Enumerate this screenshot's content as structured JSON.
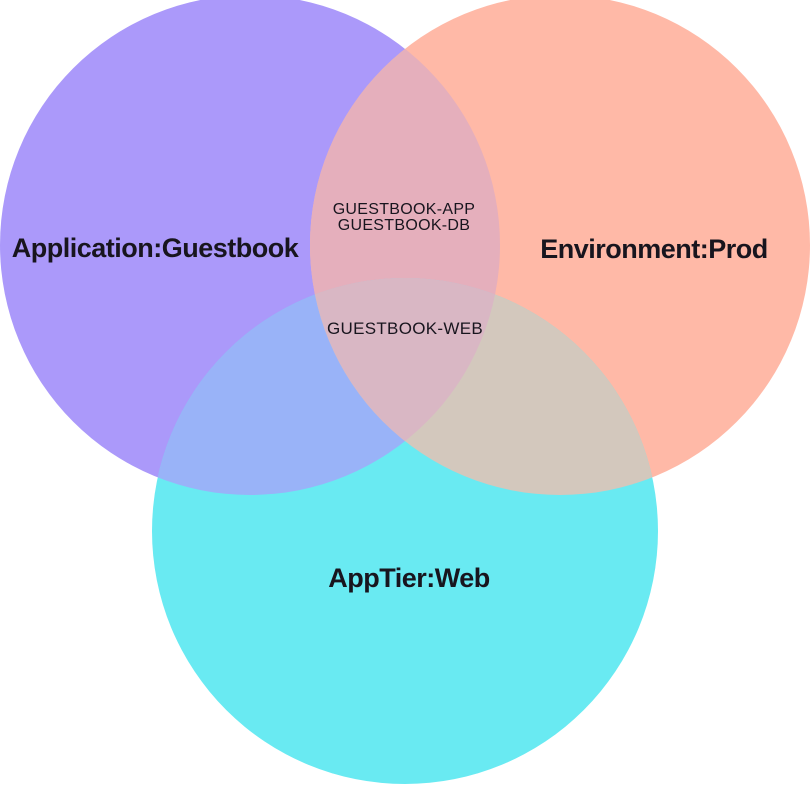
{
  "page": {
    "background_color": "#ffffff"
  },
  "venn": {
    "type": "venn-3-circle",
    "text_color": "#18151e",
    "circles": [
      {
        "id": "application",
        "label": "Application:Guestbook",
        "color": "#ab99fa"
      },
      {
        "id": "environment",
        "label": "Environment:Prod",
        "color": "#ffb9a7"
      },
      {
        "id": "apptier",
        "label": "AppTier:Web",
        "color": "#69eaf2"
      }
    ],
    "overlaps": {
      "application_environment": {
        "color": "#e5afbc",
        "items": [
          "GUESTBOOK-APP",
          "GUESTBOOK-DB"
        ]
      },
      "application_apptier": {
        "color": "#99b3f8",
        "items": []
      },
      "environment_apptier": {
        "color": "#d3c8bd",
        "items": []
      },
      "all_three": {
        "color": "#d9b7c4",
        "items": [
          "GUESTBOOK-WEB"
        ]
      }
    }
  }
}
